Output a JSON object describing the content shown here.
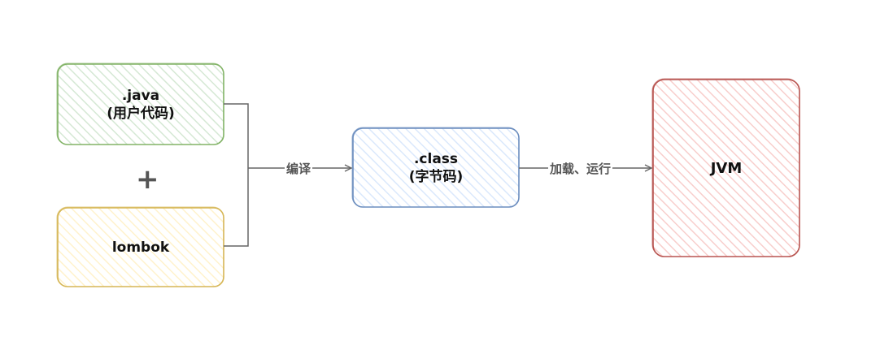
{
  "nodes": {
    "java": {
      "line1": ".java",
      "line2": "(用户代码)",
      "stroke": "#82b366",
      "fill": "#d5e8d4"
    },
    "lombok": {
      "label": "lombok",
      "stroke": "#d6b656",
      "fill": "#fff2cc"
    },
    "class": {
      "line1": ".class",
      "line2": "(字节码)",
      "stroke": "#6c8ebf",
      "fill": "#dae8fc"
    },
    "jvm": {
      "label": "JVM",
      "stroke": "#b85450",
      "fill": "#f8cecc"
    }
  },
  "operator": "+",
  "edges": {
    "compile": {
      "label": "编译"
    },
    "load_run": {
      "label": "加载、运行"
    }
  },
  "colors": {
    "edge": "#666666",
    "operator": "#555555"
  }
}
